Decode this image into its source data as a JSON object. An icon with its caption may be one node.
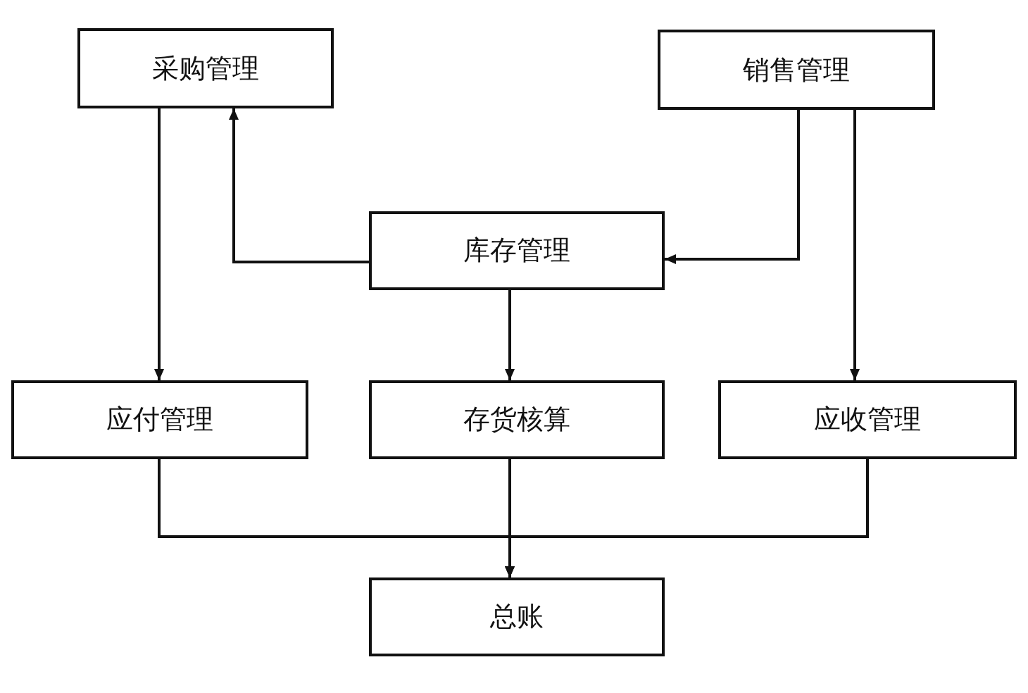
{
  "diagram": {
    "nodes": [
      {
        "text": [
          "采购管理"
        ]
      },
      {
        "text": [
          "销售管理"
        ]
      },
      {
        "text": [
          "库存管理"
        ]
      },
      {
        "text": [
          "应付管理"
        ]
      },
      {
        "text": [
          "存货核算"
        ]
      },
      {
        "text": [
          "应收管理"
        ]
      },
      {
        "text": [
          "总账"
        ]
      }
    ],
    "edges": [
      {
        "from": 0,
        "to": 3,
        "arrow": "to"
      },
      {
        "from": 2,
        "to": 0,
        "arrow": "to"
      },
      {
        "from": 1,
        "to": 2,
        "arrow": "to"
      },
      {
        "from": 1,
        "to": 5,
        "arrow": "to"
      },
      {
        "from": 2,
        "to": 4,
        "arrow": "to"
      },
      {
        "from": 3,
        "to": 6,
        "arrow": "to"
      },
      {
        "from": 4,
        "to": 6,
        "arrow": "to"
      },
      {
        "from": 5,
        "to": 6,
        "arrow": "to"
      }
    ]
  }
}
